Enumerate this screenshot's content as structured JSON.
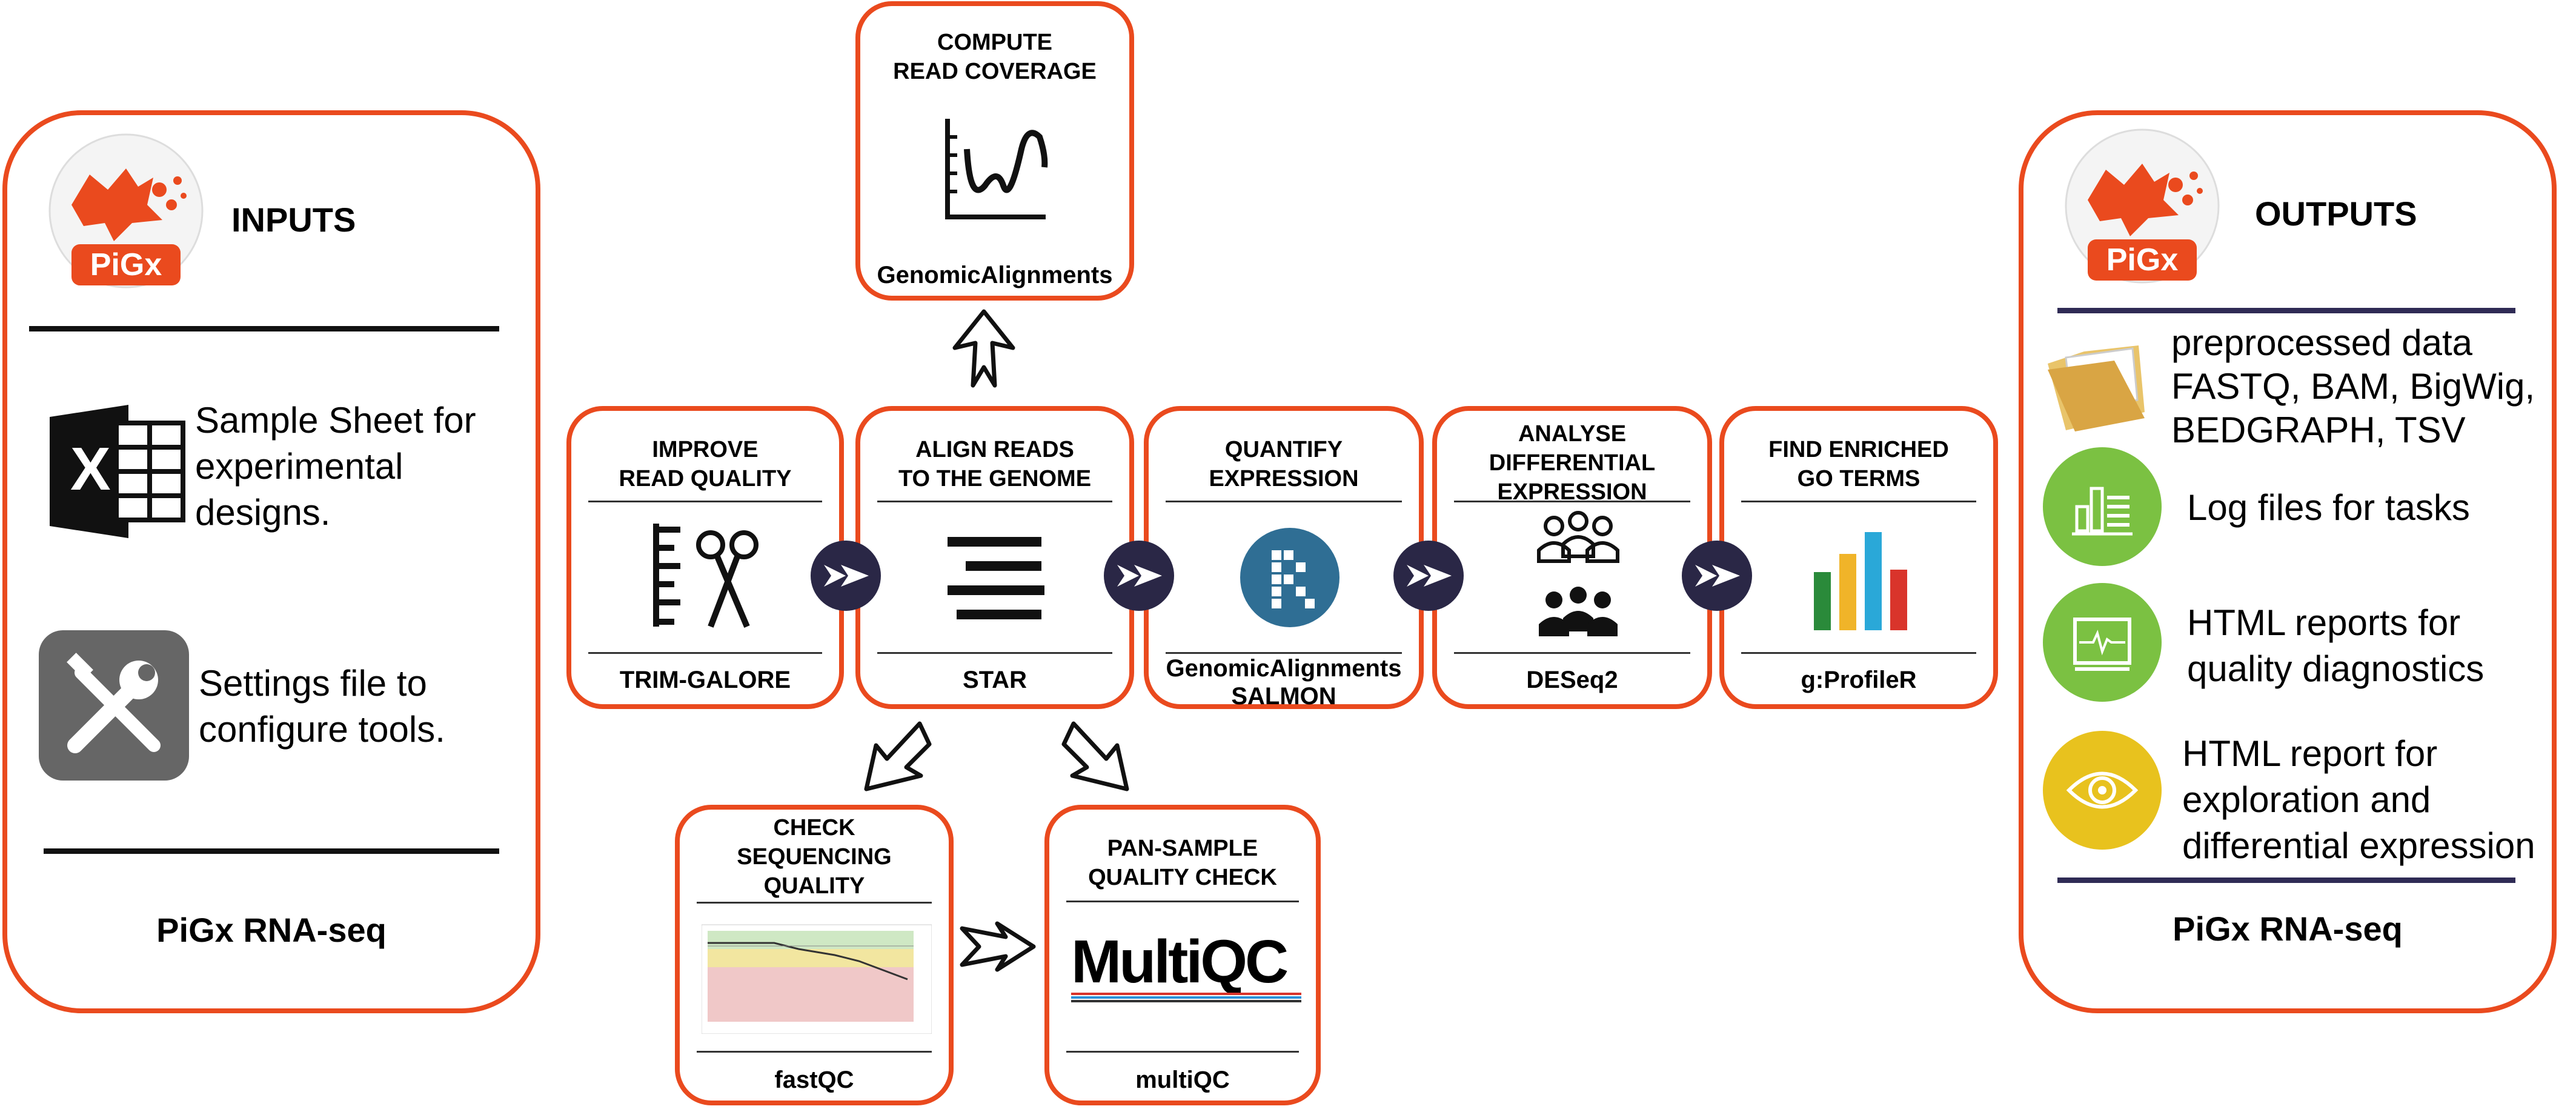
{
  "inputs": {
    "header": "INPUTS",
    "logo_text": "PiGx",
    "sample_sheet_text": "Sample Sheet for\nexperimental\ndesigns.",
    "settings_text": "Settings file to\nconfigure tools.",
    "footer": "PiGx RNA-seq"
  },
  "outputs": {
    "header": "OUTPUTS",
    "logo_text": "PiGx",
    "items": [
      {
        "text": "preprocessed data\nFASTQ, BAM, BigWig,\nBEDGRAPH, TSV",
        "icon": "folder-icon"
      },
      {
        "text": "Log files for tasks",
        "icon": "log-chart-icon"
      },
      {
        "text": "HTML reports for\nquality diagnostics",
        "icon": "monitor-icon"
      },
      {
        "text": "HTML report for\nexploration and\ndifferential expression",
        "icon": "eye-icon"
      }
    ],
    "footer": "PiGx RNA-seq"
  },
  "steps": {
    "coverage": {
      "title": "COMPUTE\nREAD COVERAGE",
      "tool": "GenomicAlignments"
    },
    "improve": {
      "title": "IMPROVE\nREAD QUALITY",
      "tool": "TRIM-GALORE"
    },
    "align": {
      "title": "ALIGN READS\nTO THE GENOME",
      "tool": "STAR"
    },
    "quantify": {
      "title": "QUANTIFY\nEXPRESSION",
      "tool": "GenomicAlignments\nSALMON"
    },
    "diffexp": {
      "title": "ANALYSE\nDIFFERENTIAL\nEXPRESSION",
      "tool": "DESeq2"
    },
    "goterms": {
      "title": "FIND ENRICHED\nGO TERMS",
      "tool": "g:ProfileR"
    },
    "checkseq": {
      "title": "CHECK\nSEQUENCING\nQUALITY",
      "tool": "fastQC"
    },
    "pansample": {
      "title": "PAN-SAMPLE\nQUALITY CHECK",
      "tool": "multiQC",
      "logo": "MultiQC"
    }
  },
  "colors": {
    "border": "#ea4a1e",
    "navy": "#2a2746",
    "green": "#7bc142",
    "yellow": "#e8c21e",
    "salmon_blue": "#2f6e94"
  }
}
